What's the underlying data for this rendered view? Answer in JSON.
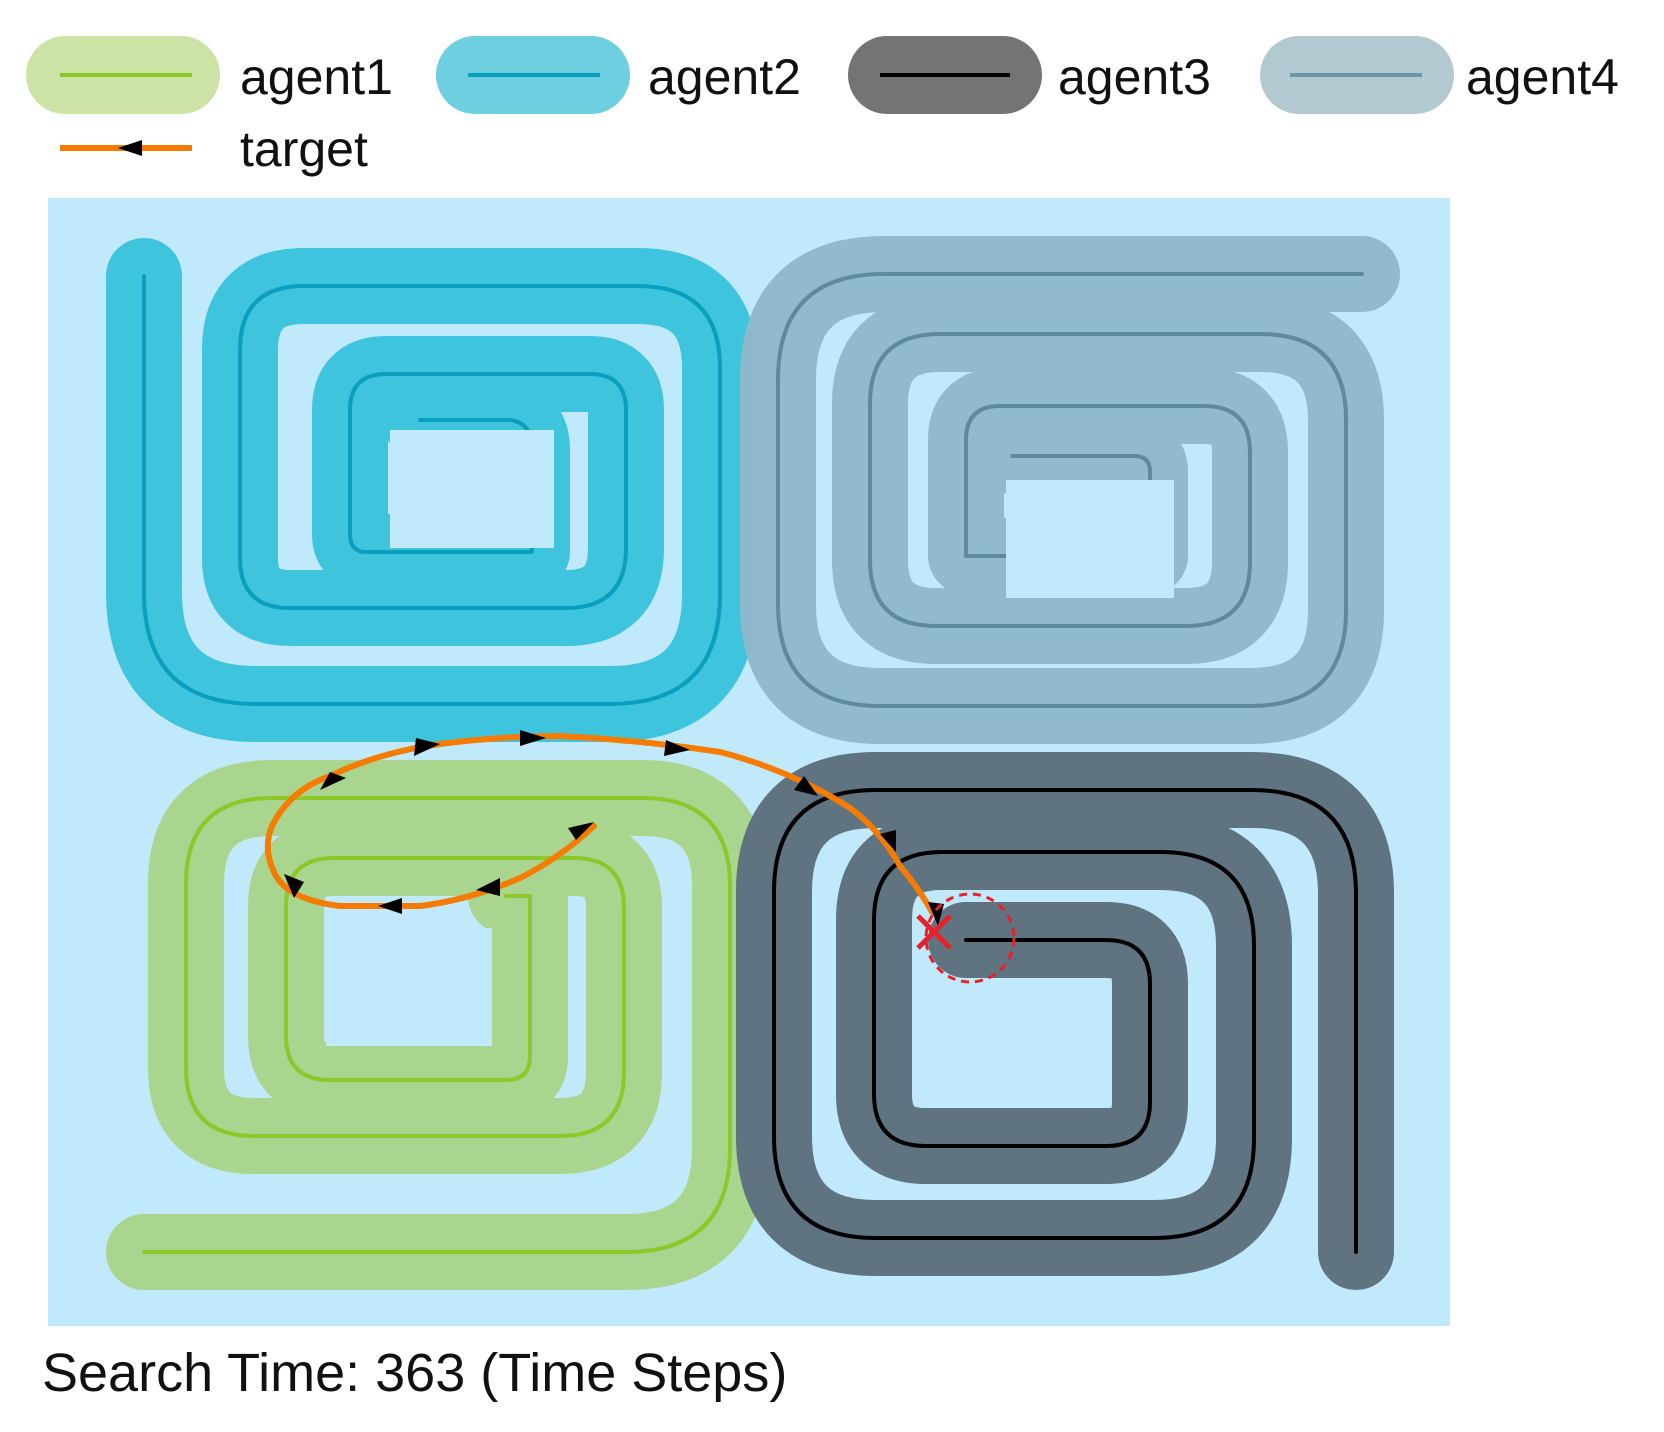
{
  "legend": {
    "agent1": "agent1",
    "agent2": "agent2",
    "agent3": "agent3",
    "agent4": "agent4",
    "target": "target"
  },
  "caption": {
    "prefix": "Search Time:",
    "value": "363",
    "unit": "(Time Steps)"
  },
  "colors": {
    "background_area": "#c0e9fb",
    "agent1_swath": "#a9d58f",
    "agent1_line": "#8ec72a",
    "agent2_swath": "#3ec5dd",
    "agent2_line": "#0a9fbc",
    "agent3_swath": "#5f7380",
    "agent3_line": "#000000",
    "agent4_swath": "#91b8cb",
    "agent4_line": "#5f8a9d",
    "target_line": "#f57c00",
    "target_arrow": "#000000",
    "capture_marker": "#e8202a"
  },
  "icons": {
    "capture_marker": "x-mark-icon",
    "capture_zone": "dashed-circle-icon",
    "direction_arrow": "arrowhead-icon"
  }
}
